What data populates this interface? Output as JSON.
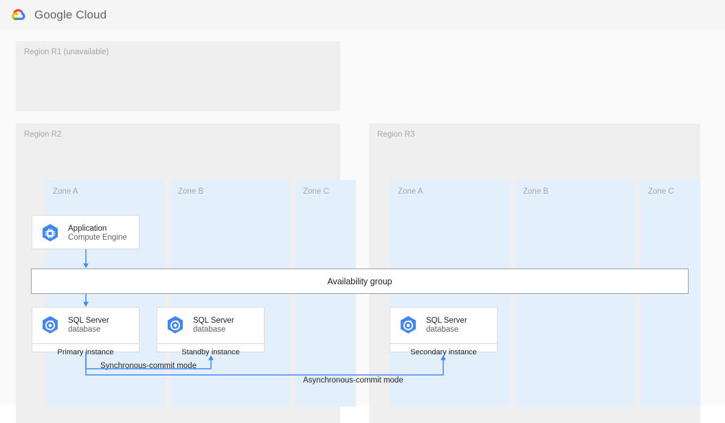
{
  "header": {
    "brand": "Google Cloud",
    "logo_icon": "google-cloud-logo"
  },
  "diagram": {
    "regions": [
      {
        "id": "r1",
        "label": "Region R1 (unavailable)",
        "zones": []
      },
      {
        "id": "r2",
        "label": "Region R2",
        "zones": [
          {
            "id": "a",
            "label": "Zone A"
          },
          {
            "id": "b",
            "label": "Zone B"
          },
          {
            "id": "c",
            "label": "Zone C"
          }
        ]
      },
      {
        "id": "r3",
        "label": "Region R3",
        "zones": [
          {
            "id": "a",
            "label": "Zone A"
          },
          {
            "id": "b",
            "label": "Zone B"
          },
          {
            "id": "c",
            "label": "Zone C"
          }
        ]
      }
    ],
    "nodes": [
      {
        "id": "app",
        "title": "Application",
        "subtitle": "Compute Engine",
        "footer": "",
        "icon": "compute-engine-icon",
        "region": "r2",
        "zone": "a"
      },
      {
        "id": "db-primary",
        "title": "SQL Server",
        "subtitle": "database",
        "footer": "Primary instance",
        "icon": "sql-server-database-icon",
        "region": "r2",
        "zone": "a"
      },
      {
        "id": "db-standby",
        "title": "SQL Server",
        "subtitle": "database",
        "footer": "Standby instance",
        "icon": "sql-server-database-icon",
        "region": "r2",
        "zone": "b"
      },
      {
        "id": "db-secondary",
        "title": "SQL Server",
        "subtitle": "database",
        "footer": "Secondary instance",
        "icon": "sql-server-database-icon",
        "region": "r3",
        "zone": "a"
      }
    ],
    "availability_group": {
      "label": "Availability group"
    },
    "connectors": [
      {
        "id": "sync",
        "label": "Synchronous-commit mode",
        "from": "db-primary",
        "to": "db-standby"
      },
      {
        "id": "async",
        "label": "Asynchronous-commit mode",
        "from": "db-primary",
        "to": "db-secondary"
      }
    ]
  },
  "colors": {
    "header_bg": "#f5f5f5",
    "canvas_bg": "#fafafa",
    "region_bg": "#efefef",
    "zone_bg": "#e3f0fb",
    "card_bg": "#ffffff",
    "card_border": "#dadce0",
    "accent_blue": "#4285f4",
    "icon_blue": "#4285f4",
    "text_primary": "#202124",
    "text_muted": "#5f6368",
    "label_gray": "#a5a5a5",
    "group_border": "#9aa0a6",
    "logo_red": "#ea4335",
    "logo_yellow": "#fbbc04",
    "logo_green": "#34a853"
  }
}
